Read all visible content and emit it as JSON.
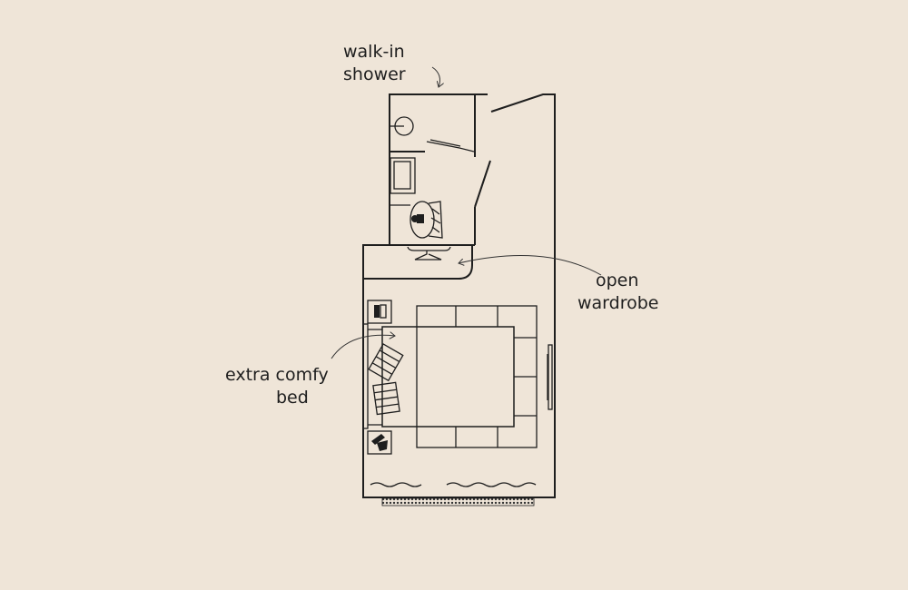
{
  "colors": {
    "background": "#efe5d8",
    "line": "#1e1e1e"
  },
  "labels": {
    "shower": [
      "walk-in",
      "shower"
    ],
    "wardrobe": [
      "open",
      "wardrobe"
    ],
    "bed": [
      "extra comfy",
      "bed"
    ]
  }
}
